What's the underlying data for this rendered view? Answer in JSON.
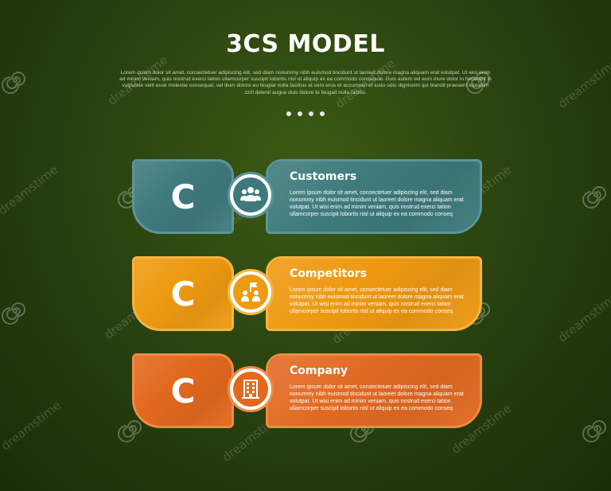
{
  "title": "3CS MODEL",
  "subtitle": "Lorem ipsum dolor sit amet, consectetuer adipiscing elit, sed diam nonummy nibh euismod tincidunt ut laoreet dolore magna aliquam erat volutpat. Ut wisi enim ad minim veniam, quis nostrud exerci tation ullamcorper suscipit lobortis nisl ut aliquip ex ea commodo consequat. Duis autem vel eum iriure dolor in hendrerit in vulputate velit esse molestie consequat, vel illum dolore eu feugiat nulla facilisis at vero eros et accumsan et iusto odio dignissim qui blandit praesent luptatum zzril delenit augue duis dolore te feugait nulla facilisi.",
  "items": [
    {
      "letter": "C",
      "title": "Customers",
      "description": "Lorem ipsum dolor sit amet, consectetuer adipiscing elit, sed diam nonummy nibh euismod tincidunt ut laoreet dolore magna aliquam erat volutpat. Ut wisi enim ad minim veniam, quis nostrud exerci tation ullamcorper suscipit lobortis nisl ut aliquip ex ea commodo conseq",
      "icon": "people-group-icon",
      "color": "#3e7a7c"
    },
    {
      "letter": "C",
      "title": "Competitors",
      "description": "Lorem ipsum dolor sit amet, consectetuer adipiscing elit, sed diam nonummy nibh euismod tincidunt ut laoreet dolore magna aliquam erat volutpat. Ut wisi enim ad minim veniam, quis nostrud exerci tation ullamcorper suscipit lobortis nisl ut aliquip ex ea commodo conseq",
      "icon": "flag-competitors-icon",
      "color": "#ee9a12"
    },
    {
      "letter": "C",
      "title": "Company",
      "description": "Lorem ipsum dolor sit amet, consectetuer adipiscing elit, sed diam nonummy nibh euismod tincidunt ut laoreet dolore magna aliquam erat volutpat. Ut wisi enim ad minim veniam, quis nostrud exerci tation ullamcorper suscipit lobortis nisl ut aliquip ex ea commodo conseq",
      "icon": "building-icon",
      "color": "#e2681e"
    }
  ],
  "watermark": "dreamstime"
}
